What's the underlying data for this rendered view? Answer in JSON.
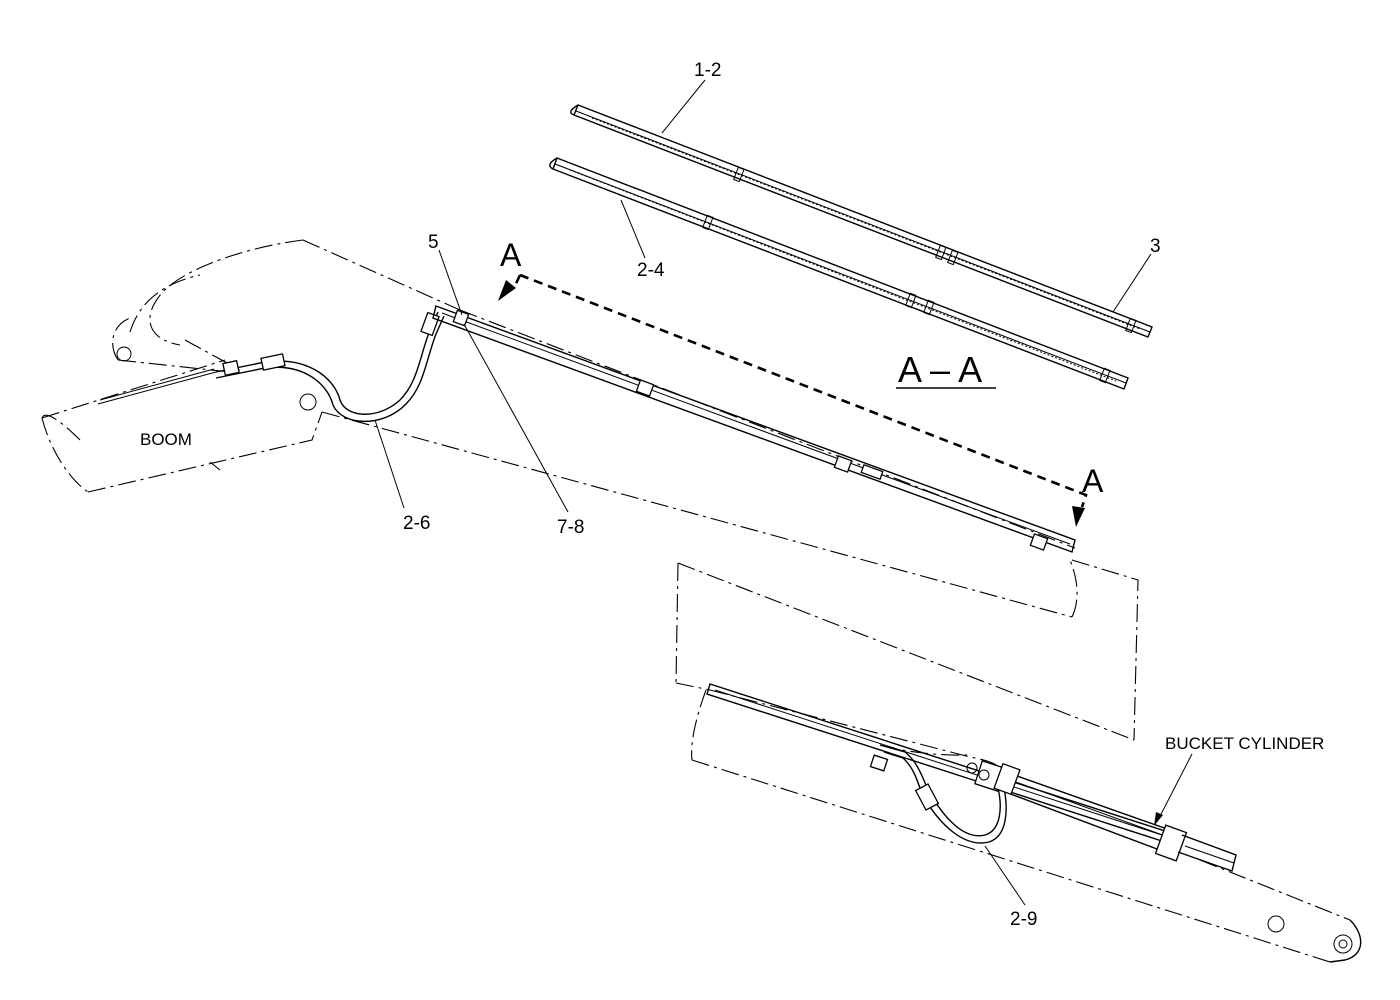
{
  "labels": {
    "callout_1_2": "1-2",
    "callout_2_4": "2-4",
    "callout_3": "3",
    "callout_5": "5",
    "callout_2_6": "2-6",
    "callout_7_8": "7-8",
    "callout_2_9": "2-9",
    "boom": "BOOM",
    "bucket_cylinder": "BUCKET CYLINDER",
    "section_marker_top": "A",
    "section_marker_bottom": "A",
    "section_title": "A – A"
  }
}
